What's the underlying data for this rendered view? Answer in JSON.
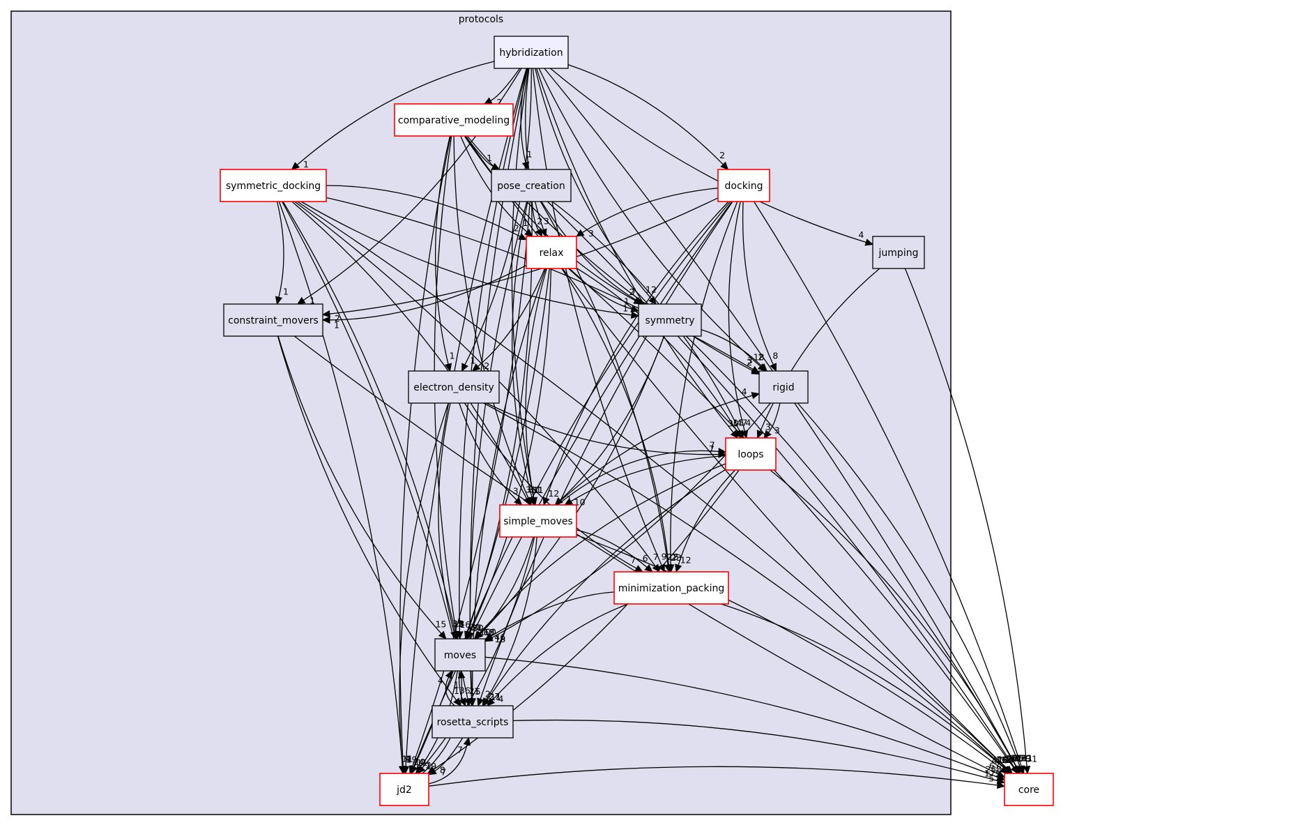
{
  "colors": {
    "cluster_fill": "#dfdfef",
    "cluster_stroke": "#000000",
    "node_fill_plain": "#dfdfef",
    "node_fill_focus": "#efefff",
    "node_fill_external": "#ffffff",
    "border_red": "#ff0000",
    "border_black": "#000000"
  },
  "cluster": {
    "label": "protocols"
  },
  "nodes": [
    {
      "id": "hybridization",
      "label": "hybridization",
      "border": "black",
      "fill": "focus"
    },
    {
      "id": "comparative_modeling",
      "label": "comparative_modeling",
      "border": "red",
      "fill": "external"
    },
    {
      "id": "pose_creation",
      "label": "pose_creation",
      "border": "black",
      "fill": "plain"
    },
    {
      "id": "symmetric_docking",
      "label": "symmetric_docking",
      "border": "red",
      "fill": "external"
    },
    {
      "id": "docking",
      "label": "docking",
      "border": "red",
      "fill": "external"
    },
    {
      "id": "relax",
      "label": "relax",
      "border": "red",
      "fill": "external"
    },
    {
      "id": "jumping",
      "label": "jumping",
      "border": "black",
      "fill": "plain"
    },
    {
      "id": "constraint_movers",
      "label": "constraint_movers",
      "border": "black",
      "fill": "plain"
    },
    {
      "id": "symmetry",
      "label": "symmetry",
      "border": "black",
      "fill": "plain"
    },
    {
      "id": "electron_density",
      "label": "electron_density",
      "border": "black",
      "fill": "plain"
    },
    {
      "id": "rigid",
      "label": "rigid",
      "border": "black",
      "fill": "plain"
    },
    {
      "id": "loops",
      "label": "loops",
      "border": "red",
      "fill": "external"
    },
    {
      "id": "simple_moves",
      "label": "simple_moves",
      "border": "red",
      "fill": "external"
    },
    {
      "id": "minimization_packing",
      "label": "minimization_packing",
      "border": "red",
      "fill": "external"
    },
    {
      "id": "moves",
      "label": "moves",
      "border": "black",
      "fill": "plain"
    },
    {
      "id": "rosetta_scripts",
      "label": "rosetta_scripts",
      "border": "black",
      "fill": "plain"
    },
    {
      "id": "jd2",
      "label": "jd2",
      "border": "red",
      "fill": "external"
    },
    {
      "id": "core",
      "label": "core",
      "border": "red",
      "fill": "external"
    }
  ],
  "edges": [
    {
      "from": "hybridization",
      "to": "comparative_modeling",
      "label": "2"
    },
    {
      "from": "hybridization",
      "to": "pose_creation",
      "label": "1"
    },
    {
      "from": "hybridization",
      "to": "symmetric_docking",
      "label": "1"
    },
    {
      "from": "hybridization",
      "to": "docking",
      "label": "2"
    },
    {
      "from": "hybridization",
      "to": "relax",
      "label": "3"
    },
    {
      "from": "hybridization",
      "to": "jumping",
      "label": "4"
    },
    {
      "from": "hybridization",
      "to": "constraint_movers",
      "label": "1"
    },
    {
      "from": "hybridization",
      "to": "symmetry",
      "label": "12"
    },
    {
      "from": "hybridization",
      "to": "electron_density",
      "label": "1"
    },
    {
      "from": "hybridization",
      "to": "rigid",
      "label": "18"
    },
    {
      "from": "hybridization",
      "to": "loops",
      "label": "30"
    },
    {
      "from": "hybridization",
      "to": "simple_moves",
      "label": "11"
    },
    {
      "from": "hybridization",
      "to": "minimization_packing",
      "label": "9"
    },
    {
      "from": "hybridization",
      "to": "moves",
      "label": "16"
    },
    {
      "from": "hybridization",
      "to": "rosetta_scripts",
      "label": "1"
    },
    {
      "from": "hybridization",
      "to": "jd2",
      "label": "19"
    },
    {
      "from": "hybridization",
      "to": "core",
      "label": "211"
    },
    {
      "from": "comparative_modeling",
      "to": "pose_creation",
      "label": "1"
    },
    {
      "from": "comparative_modeling",
      "to": "relax",
      "label": "1"
    },
    {
      "from": "comparative_modeling",
      "to": "symmetry",
      "label": "2"
    },
    {
      "from": "comparative_modeling",
      "to": "electron_density",
      "label": "1"
    },
    {
      "from": "comparative_modeling",
      "to": "rigid",
      "label": "2"
    },
    {
      "from": "comparative_modeling",
      "to": "simple_moves",
      "label": "8"
    },
    {
      "from": "comparative_modeling",
      "to": "moves",
      "label": "9"
    },
    {
      "from": "comparative_modeling",
      "to": "jd2",
      "label": "4"
    },
    {
      "from": "comparative_modeling",
      "to": "core",
      "label": "174"
    },
    {
      "from": "pose_creation",
      "to": "relax",
      "label": "2"
    },
    {
      "from": "pose_creation",
      "to": "symmetry",
      "label": "7"
    },
    {
      "from": "pose_creation",
      "to": "loops",
      "label": "47"
    },
    {
      "from": "pose_creation",
      "to": "simple_moves",
      "label": "11"
    },
    {
      "from": "pose_creation",
      "to": "minimization_packing",
      "label": "22"
    },
    {
      "from": "pose_creation",
      "to": "moves",
      "label": "31"
    },
    {
      "from": "pose_creation",
      "to": "rosetta_scripts",
      "label": "1"
    },
    {
      "from": "pose_creation",
      "to": "jd2",
      "label": "10"
    },
    {
      "from": "pose_creation",
      "to": "core",
      "label": "135"
    },
    {
      "from": "symmetric_docking",
      "to": "relax",
      "label": "2"
    },
    {
      "from": "symmetric_docking",
      "to": "constraint_movers",
      "label": "1"
    },
    {
      "from": "symmetric_docking",
      "to": "symmetry",
      "label": "1"
    },
    {
      "from": "symmetric_docking",
      "to": "rigid",
      "label": "3"
    },
    {
      "from": "symmetric_docking",
      "to": "simple_moves",
      "label": "3"
    },
    {
      "from": "symmetric_docking",
      "to": "minimization_packing",
      "label": "7"
    },
    {
      "from": "symmetric_docking",
      "to": "moves",
      "label": "18"
    },
    {
      "from": "symmetric_docking",
      "to": "rosetta_scripts",
      "label": "2"
    },
    {
      "from": "symmetric_docking",
      "to": "jd2",
      "label": "9"
    },
    {
      "from": "symmetric_docking",
      "to": "core",
      "label": "148"
    },
    {
      "from": "docking",
      "to": "relax",
      "label": "3"
    },
    {
      "from": "docking",
      "to": "constraint_movers",
      "label": "2"
    },
    {
      "from": "docking",
      "to": "rigid",
      "label": "8"
    },
    {
      "from": "docking",
      "to": "loops",
      "label": "4"
    },
    {
      "from": "docking",
      "to": "simple_moves",
      "label": "12"
    },
    {
      "from": "docking",
      "to": "minimization_packing",
      "label": "23"
    },
    {
      "from": "docking",
      "to": "moves",
      "label": "21"
    },
    {
      "from": "docking",
      "to": "rosetta_scripts",
      "label": "2"
    },
    {
      "from": "docking",
      "to": "jd2",
      "label": "4"
    },
    {
      "from": "docking",
      "to": "core",
      "label": "231"
    },
    {
      "from": "relax",
      "to": "constraint_movers",
      "label": "1"
    },
    {
      "from": "relax",
      "to": "symmetry",
      "label": "1"
    },
    {
      "from": "relax",
      "to": "electron_density",
      "label": "2"
    },
    {
      "from": "relax",
      "to": "loops",
      "label": "15"
    },
    {
      "from": "relax",
      "to": "simple_moves",
      "label": "31"
    },
    {
      "from": "relax",
      "to": "minimization_packing",
      "label": "15"
    },
    {
      "from": "relax",
      "to": "moves",
      "label": "50"
    },
    {
      "from": "relax",
      "to": "rosetta_scripts",
      "label": "5"
    },
    {
      "from": "relax",
      "to": "jd2",
      "label": "11"
    },
    {
      "from": "relax",
      "to": "core",
      "label": "231"
    },
    {
      "from": "jumping",
      "to": "loops",
      "label": "3"
    },
    {
      "from": "jumping",
      "to": "core",
      "label": "31"
    },
    {
      "from": "constraint_movers",
      "to": "moves",
      "label": "15"
    },
    {
      "from": "constraint_movers",
      "to": "rosetta_scripts",
      "label": "1"
    },
    {
      "from": "constraint_movers",
      "to": "core",
      "label": "67"
    },
    {
      "from": "symmetry",
      "to": "rigid",
      "label": "2"
    },
    {
      "from": "symmetry",
      "to": "simple_moves",
      "label": "1"
    },
    {
      "from": "symmetry",
      "to": "moves",
      "label": "13"
    },
    {
      "from": "symmetry",
      "to": "core",
      "label": "70"
    },
    {
      "from": "electron_density",
      "to": "loops",
      "label": "7"
    },
    {
      "from": "electron_density",
      "to": "simple_moves",
      "label": "3"
    },
    {
      "from": "electron_density",
      "to": "minimization_packing",
      "label": "7"
    },
    {
      "from": "electron_density",
      "to": "moves",
      "label": "33"
    },
    {
      "from": "electron_density",
      "to": "jd2",
      "label": "11"
    },
    {
      "from": "electron_density",
      "to": "core",
      "label": "161"
    },
    {
      "from": "rigid",
      "to": "loops",
      "label": "3"
    },
    {
      "from": "rigid",
      "to": "moves",
      "label": "18"
    },
    {
      "from": "rigid",
      "to": "core",
      "label": "179"
    },
    {
      "from": "loops",
      "to": "simple_moves",
      "label": "10"
    },
    {
      "from": "loops",
      "to": "minimization_packing",
      "label": "12"
    },
    {
      "from": "loops",
      "to": "moves",
      "label": "100"
    },
    {
      "from": "loops",
      "to": "rosetta_scripts",
      "label": "11"
    },
    {
      "from": "loops",
      "to": "jd2",
      "label": "8"
    },
    {
      "from": "loops",
      "to": "core",
      "label": "458"
    },
    {
      "from": "simple_moves",
      "to": "rigid",
      "label": "4"
    },
    {
      "from": "simple_moves",
      "to": "loops",
      "label": "7"
    },
    {
      "from": "simple_moves",
      "to": "minimization_packing",
      "label": "6"
    },
    {
      "from": "simple_moves",
      "to": "moves",
      "label": "68"
    },
    {
      "from": "simple_moves",
      "to": "rosetta_scripts",
      "label": "27"
    },
    {
      "from": "simple_moves",
      "to": "jd2",
      "label": "19"
    },
    {
      "from": "simple_moves",
      "to": "core",
      "label": "478"
    },
    {
      "from": "minimization_packing",
      "to": "moves",
      "label": "46"
    },
    {
      "from": "minimization_packing",
      "to": "rosetta_scripts",
      "label": "4"
    },
    {
      "from": "minimization_packing",
      "to": "core",
      "label": "412"
    },
    {
      "from": "moves",
      "to": "rosetta_scripts",
      "label": "36"
    },
    {
      "from": "moves",
      "to": "jd2",
      "label": "2"
    },
    {
      "from": "moves",
      "to": "core",
      "label": "288"
    },
    {
      "from": "rosetta_scripts",
      "to": "moves",
      "label": "4"
    },
    {
      "from": "rosetta_scripts",
      "to": "jd2",
      "label": "7"
    },
    {
      "from": "rosetta_scripts",
      "to": "core",
      "label": "175"
    },
    {
      "from": "jd2",
      "to": "moves",
      "label": "1"
    },
    {
      "from": "jd2",
      "to": "rosetta_scripts",
      "label": "7"
    },
    {
      "from": "jd2",
      "to": "core",
      "label": "5"
    }
  ]
}
